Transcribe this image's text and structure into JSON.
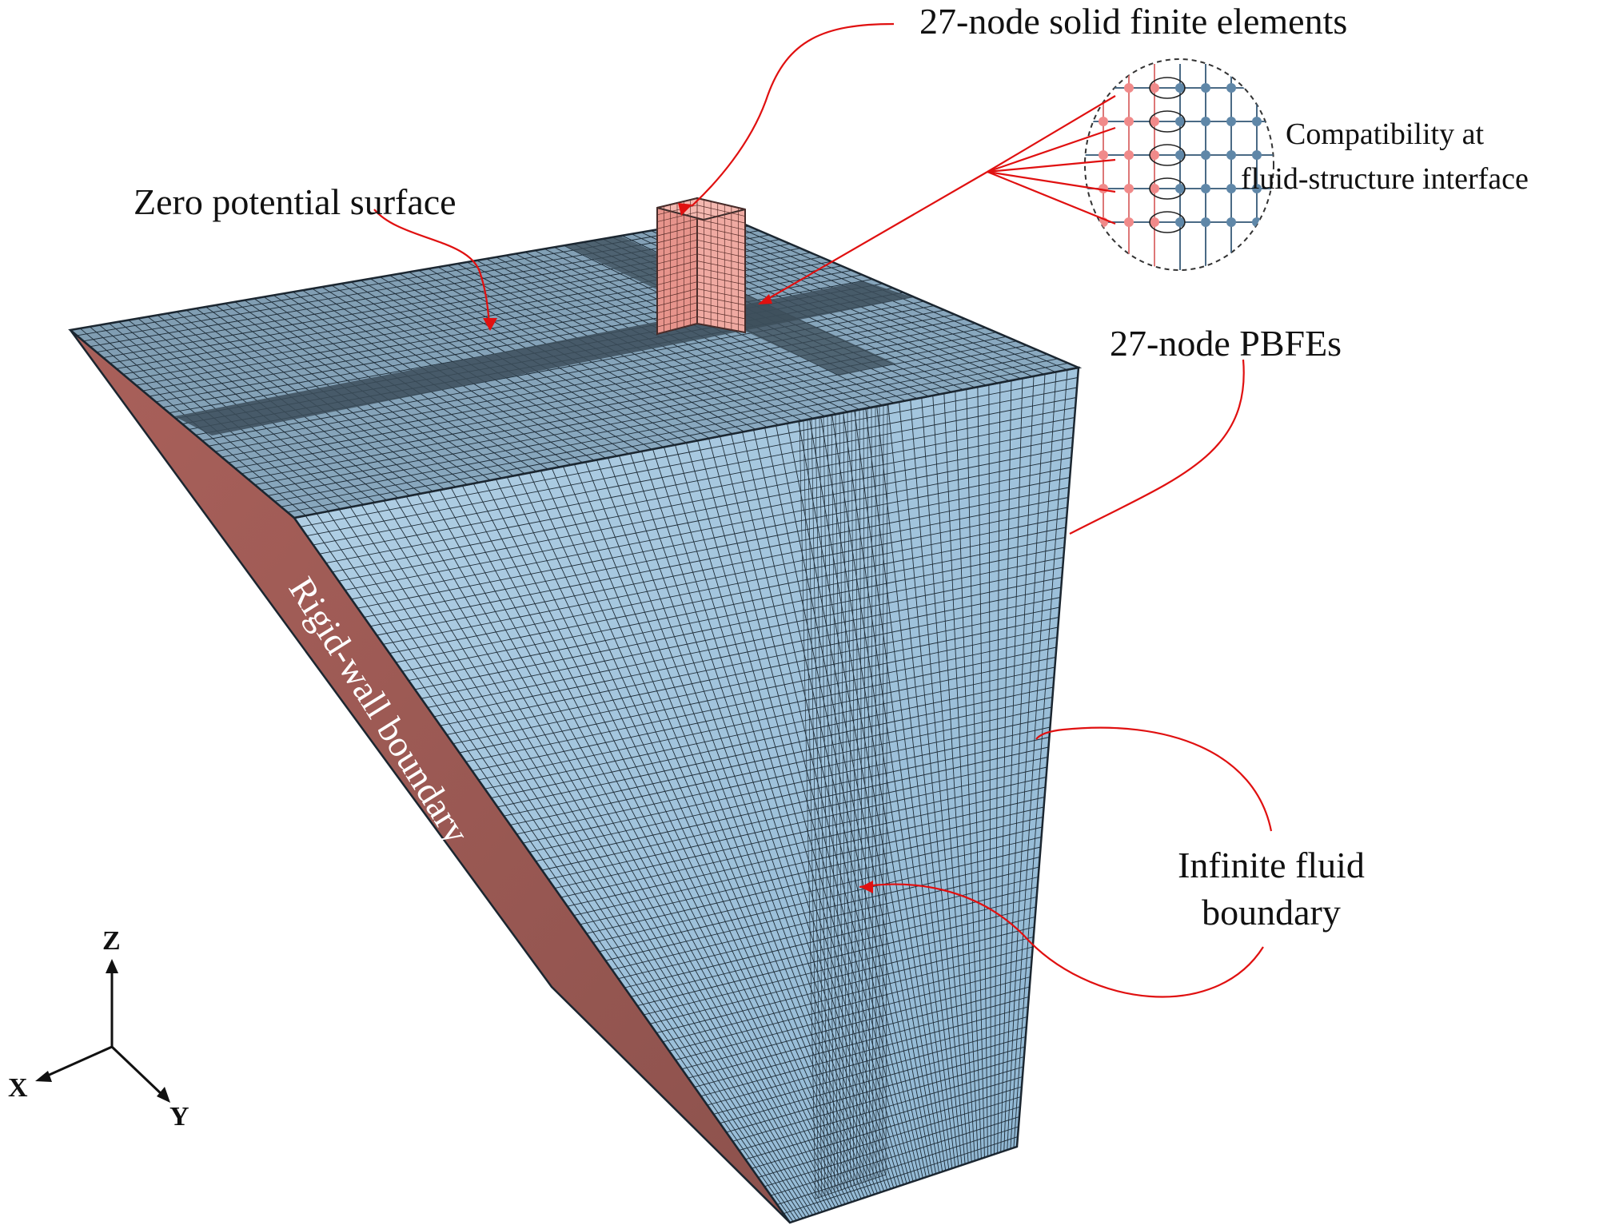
{
  "labels": {
    "solid_elements": "27-node solid finite elements",
    "zero_potential": "Zero potential surface",
    "compatibility_line1": "Compatibility at",
    "compatibility_line2": "fluid-structure interface",
    "pbfes": "27-node PBFEs",
    "rigid_wall": "Rigid-wall boundary",
    "infinite_line1": "Infinite fluid",
    "infinite_line2": "boundary"
  },
  "axes": {
    "z": "Z",
    "x": "X",
    "y": "Y"
  },
  "colors": {
    "fluid_mesh_light": "#a9c9e0",
    "fluid_mesh_mid": "#8fb3cd",
    "fluid_mesh_top": "#7e9fb8",
    "dense_band": "#3c4d5a",
    "rigid_wall": "#9a5c57",
    "structure": "#e9a19a",
    "leader_red": "#e01010",
    "node_pink": "#f08a8a",
    "node_blue": "#5f87a8"
  }
}
